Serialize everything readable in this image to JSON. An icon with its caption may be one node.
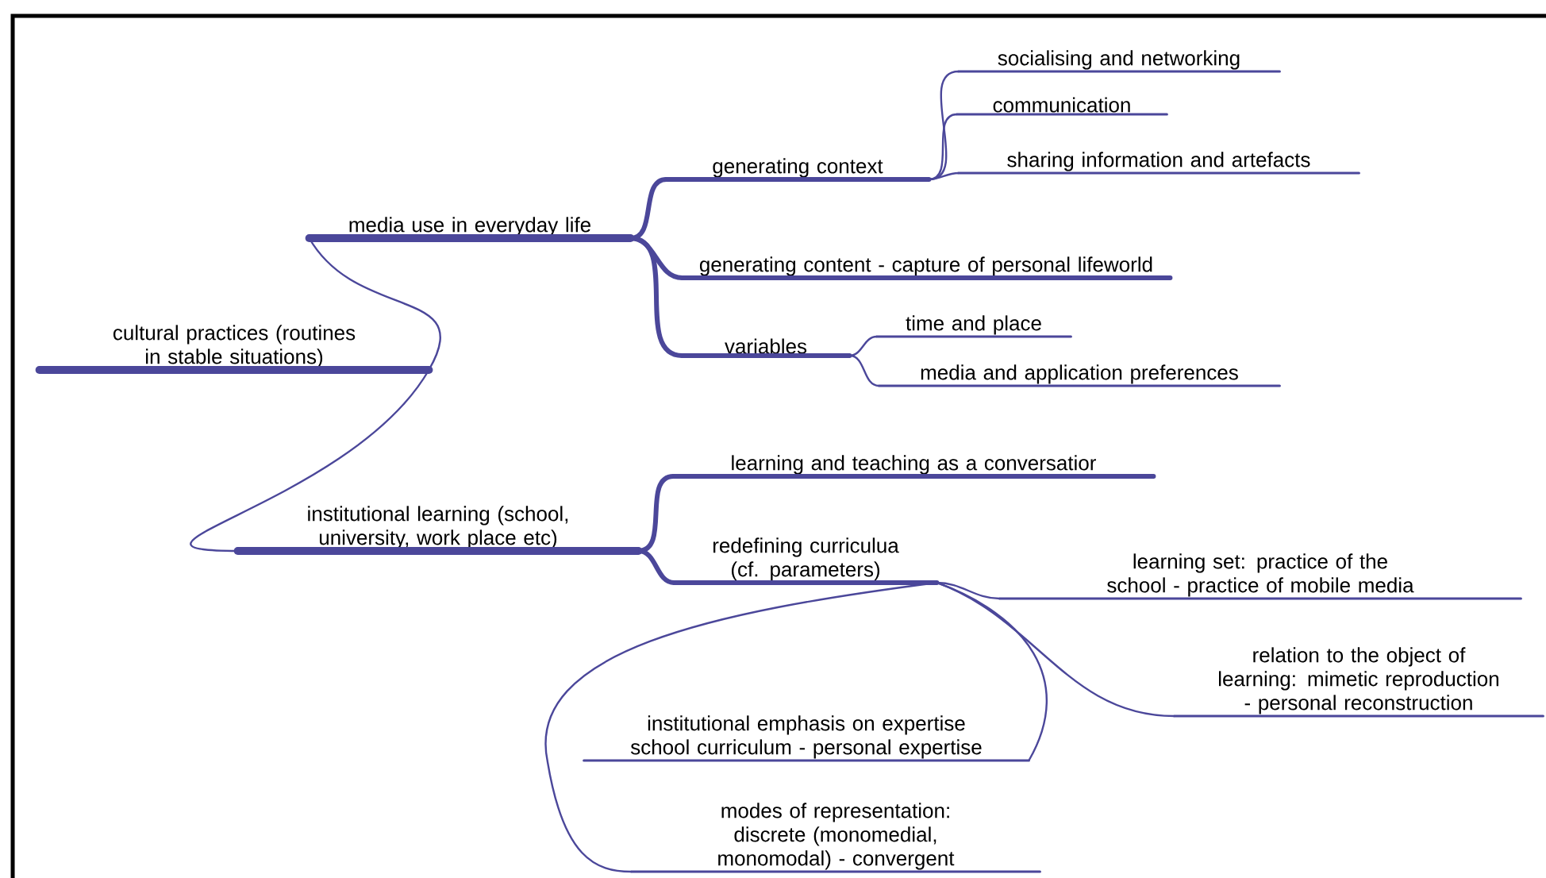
{
  "diagram": {
    "nodes": [
      {
        "text": [
          "cultural practices (routines in stable situations)"
        ]
      },
      {
        "text": [
          "media use in everyday life"
        ]
      },
      {
        "text": [
          "generating context"
        ]
      },
      {
        "text": [
          "socialising and networking"
        ]
      },
      {
        "text": [
          "communication"
        ]
      },
      {
        "text": [
          "sharing information and artefacts"
        ]
      },
      {
        "text": [
          "generating content - capture of personal lifeworld"
        ]
      },
      {
        "text": [
          "variables"
        ]
      },
      {
        "text": [
          "time and place"
        ]
      },
      {
        "text": [
          "media and application preferences"
        ]
      },
      {
        "text": [
          "institutional learning (school,  university, work place etc)"
        ]
      },
      {
        "text": [
          "learning and teaching as a conversatior"
        ]
      },
      {
        "text": [
          "redefining curriculua (cf. parameters)"
        ]
      },
      {
        "text": [
          "learning set: practice of the school - practice of mobile media"
        ]
      },
      {
        "text": [
          "relation to the object of learning: mimetic reproduction - personal reconstruction"
        ]
      },
      {
        "text": [
          "institutional emphasis on expertise school curriculum - personal expertise"
        ]
      },
      {
        "text": [
          "modes of representation: discrete (monomedial, monomodal) - convergent"
        ]
      }
    ],
    "edges": [
      {
        "from": 0,
        "to": 1,
        "arrow": "none"
      },
      {
        "from": 0,
        "to": 10,
        "arrow": "none"
      },
      {
        "from": 1,
        "to": 2,
        "arrow": "none",
        "style": "thick"
      },
      {
        "from": 1,
        "to": 6,
        "arrow": "none",
        "style": "thick"
      },
      {
        "from": 1,
        "to": 7,
        "arrow": "none",
        "style": "thick"
      },
      {
        "from": 2,
        "to": 3,
        "arrow": "none"
      },
      {
        "from": 2,
        "to": 4,
        "arrow": "none"
      },
      {
        "from": 2,
        "to": 5,
        "arrow": "none"
      },
      {
        "from": 7,
        "to": 8,
        "arrow": "none"
      },
      {
        "from": 7,
        "to": 9,
        "arrow": "none"
      },
      {
        "from": 10,
        "to": 11,
        "arrow": "none",
        "style": "thick"
      },
      {
        "from": 10,
        "to": 12,
        "arrow": "none",
        "style": "thick"
      },
      {
        "from": 12,
        "to": 13,
        "arrow": "none"
      },
      {
        "from": 12,
        "to": 14,
        "arrow": "none"
      },
      {
        "from": 12,
        "to": 15,
        "arrow": "none"
      },
      {
        "from": 12,
        "to": 16,
        "arrow": "none"
      }
    ]
  }
}
